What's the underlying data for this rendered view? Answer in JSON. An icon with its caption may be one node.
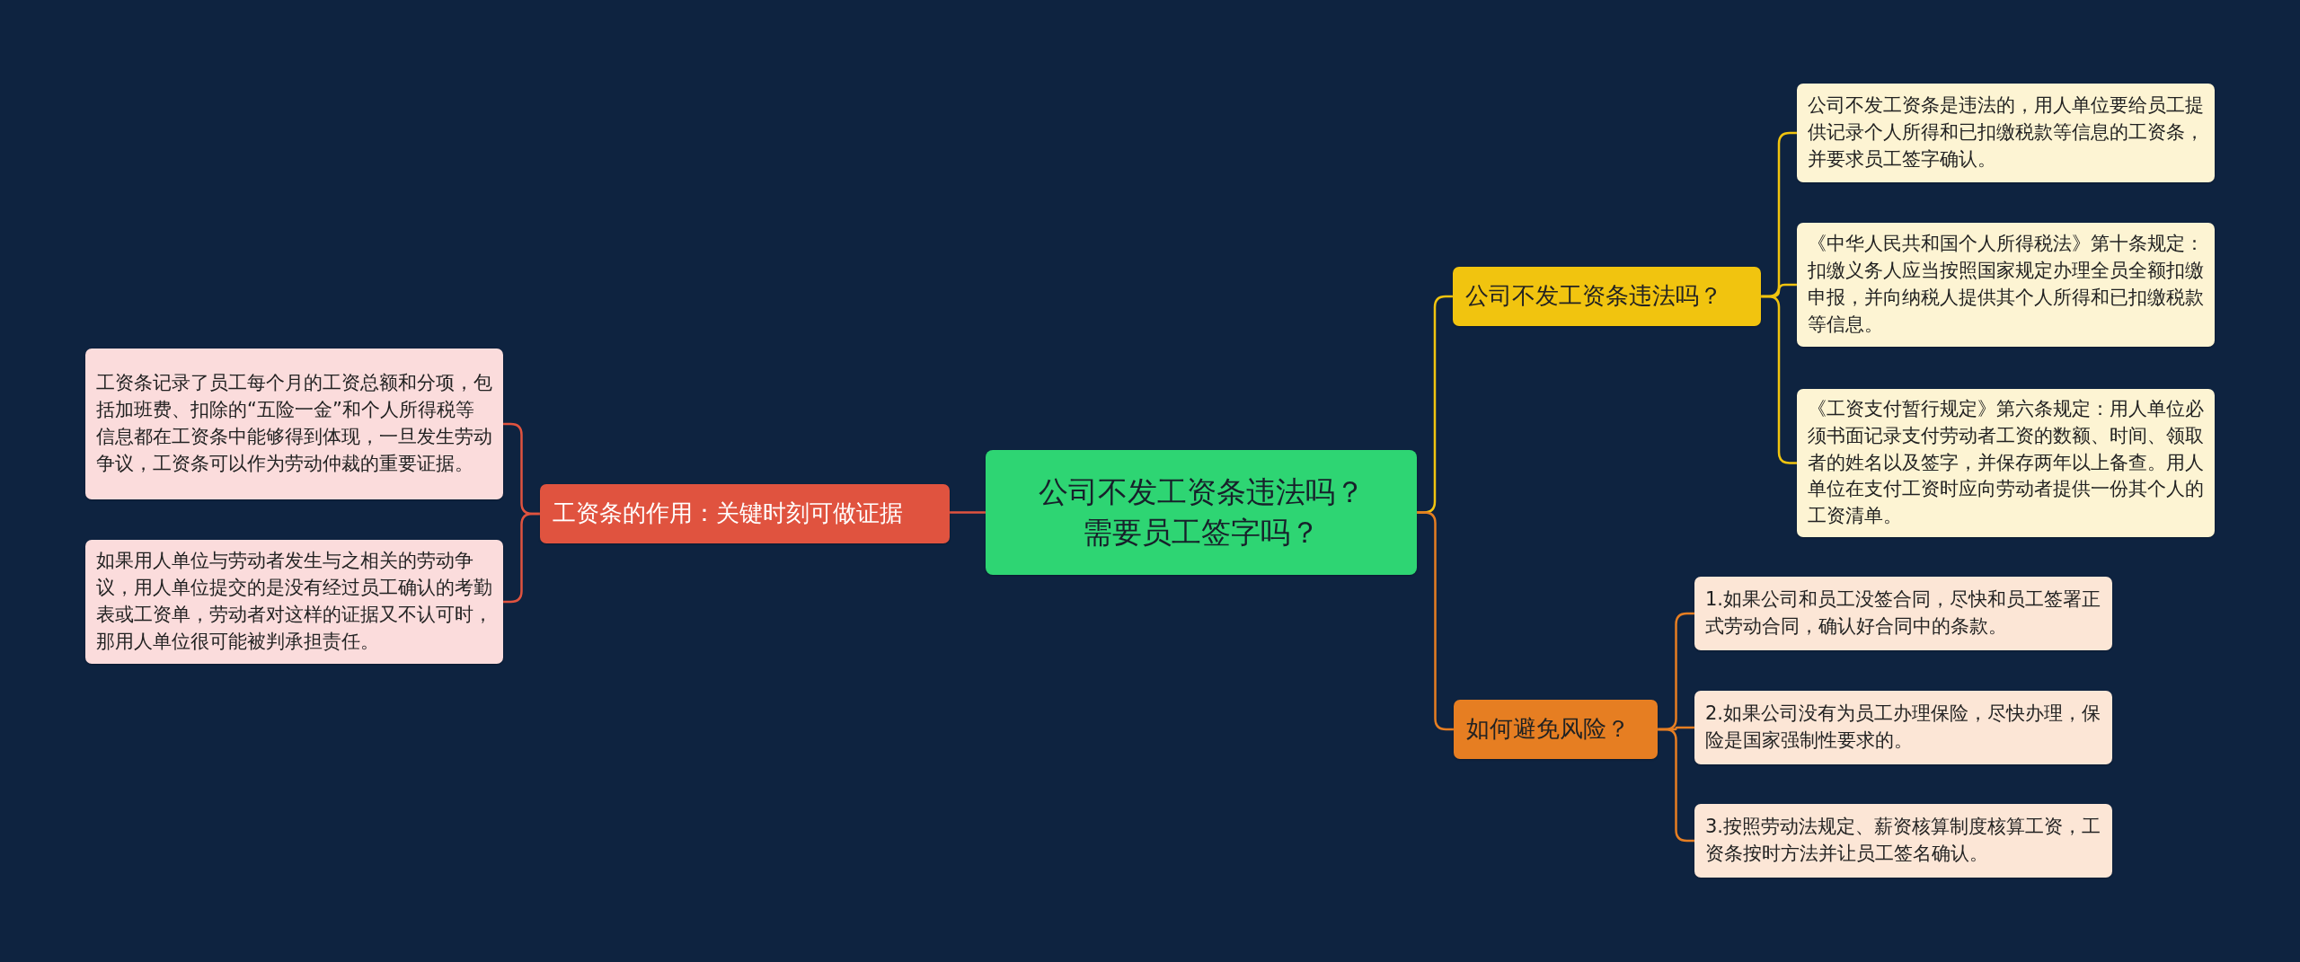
{
  "diagram": {
    "nodes": [
      {
        "text": [
          "公司不发工资条违法吗？需要员工签字吗？"
        ]
      },
      {
        "text": [
          "工资条的作用：关键时刻可做证据"
        ]
      },
      {
        "text": [
          "工资条记录了员工每个月的工资总额和分项，包括加班费、扣除的“五险一金”和个人所得税等信息都在工资条中能够得到体现，一旦发生劳动争议，工资条可以作为劳动仲裁的重要证据。"
        ]
      },
      {
        "text": [
          "如果用人单位与劳动者发生与之相关的劳动争议，用人单位提交的是没有经过员工确认的考勤表或工资单，劳动者对这样的证据又不认可时，那用人单位很可能被判承担责任。"
        ]
      },
      {
        "text": [
          "公司不发工资条违法吗？"
        ]
      },
      {
        "text": [
          "公司不发工资条是违法的，用人单位要给员工提供记录个人所得和已扣缴税款等信息的工资条，并要求员工签字确认。"
        ]
      },
      {
        "text": [
          "《中华人民共和国个人所得税法》第十条规定：扣缴义务人应当按照国家规定办理全员全额扣缴申报，并向纳税人提供其个人所得和已扣缴税款等信息。"
        ]
      },
      {
        "text": [
          "《工资支付暂行规定》第六条规定：用人单位必须书面记录支付劳动者工资的数额、时间、领取者的姓名以及签字，并保存两年以上备查。用人单位在支付工资时应向劳动者提供一份其个人的工资清单。"
        ]
      },
      {
        "text": [
          "如何避免风险？"
        ]
      },
      {
        "text": [
          "1.如果公司和员工没签合同，尽快和员工签署正式劳动合同，确认好合同中的条款。"
        ]
      },
      {
        "text": [
          "2.如果公司没有为员工办理保险，尽快办理，保险是国家强制性要求的。"
        ]
      },
      {
        "text": [
          "3.按照劳动法规定、薪资核算制度核算工资，工资条按时方法并让员工签名确认。"
        ]
      }
    ],
    "edges": [
      {
        "from": 0,
        "to": 1,
        "arrow": "none",
        "color": "#e0533f"
      },
      {
        "from": 1,
        "to": 2,
        "arrow": "none",
        "color": "#e0533f"
      },
      {
        "from": 1,
        "to": 3,
        "arrow": "none",
        "color": "#e0533f"
      },
      {
        "from": 0,
        "to": 4,
        "arrow": "none",
        "color": "#f1c40f"
      },
      {
        "from": 4,
        "to": 5,
        "arrow": "none",
        "color": "#f1c40f"
      },
      {
        "from": 4,
        "to": 6,
        "arrow": "none",
        "color": "#f1c40f"
      },
      {
        "from": 4,
        "to": 7,
        "arrow": "none",
        "color": "#f1c40f"
      },
      {
        "from": 0,
        "to": 8,
        "arrow": "none",
        "color": "#e67e22"
      },
      {
        "from": 8,
        "to": 9,
        "arrow": "none",
        "color": "#e67e22"
      },
      {
        "from": 8,
        "to": 10,
        "arrow": "none",
        "color": "#e67e22"
      },
      {
        "from": 8,
        "to": 11,
        "arrow": "none",
        "color": "#e67e22"
      }
    ]
  }
}
